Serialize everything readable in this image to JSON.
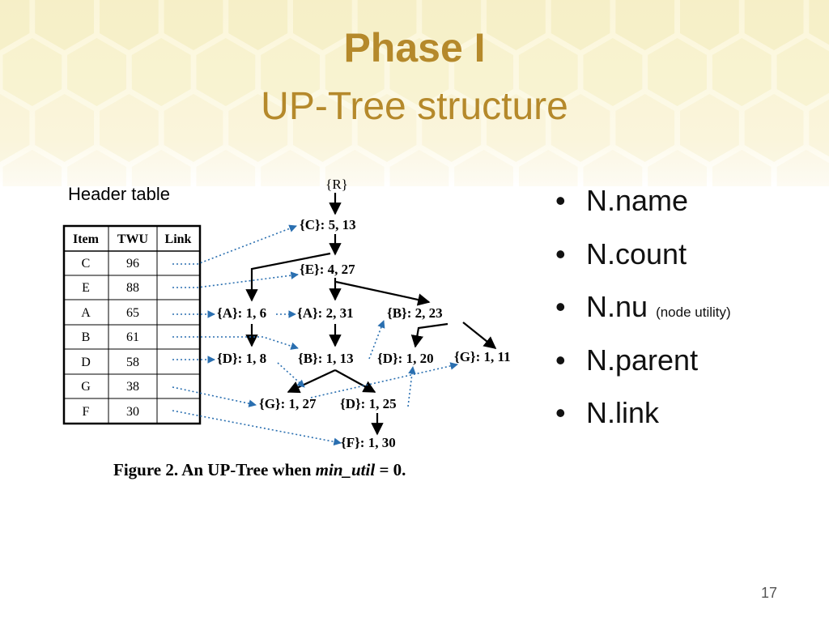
{
  "slide": {
    "title": "Phase I",
    "subtitle": "UP-Tree structure",
    "header_table_label": "Header table",
    "page_number": "17"
  },
  "header_table": {
    "columns": [
      "Item",
      "TWU",
      "Link"
    ],
    "rows": [
      {
        "item": "C",
        "twu": "96"
      },
      {
        "item": "E",
        "twu": "88"
      },
      {
        "item": "A",
        "twu": "65"
      },
      {
        "item": "B",
        "twu": "61"
      },
      {
        "item": "D",
        "twu": "58"
      },
      {
        "item": "G",
        "twu": "38"
      },
      {
        "item": "F",
        "twu": "30"
      }
    ]
  },
  "tree": {
    "root": "{R}",
    "nodes": {
      "C": "{C}: 5, 13",
      "E": "{E}: 4, 27",
      "A1": "{A}: 1, 6",
      "A2": "{A}: 2, 31",
      "B1": "{B}: 2, 23",
      "D1": "{D}: 1, 8",
      "B2": "{B}: 1, 13",
      "D2": "{D}: 1, 20",
      "G1": "{G}: 1, 11",
      "G2": "{G}: 1, 27",
      "D3": "{D}: 1, 25",
      "F": "{F}: 1, 30"
    },
    "caption": {
      "prefix": "Figure 2. An UP-Tree when ",
      "italic": "min_util",
      "suffix": " = 0."
    }
  },
  "bullets": [
    {
      "text": "N.name",
      "note": ""
    },
    {
      "text": "N.count",
      "note": ""
    },
    {
      "text": "N.nu",
      "note": "(node utility)"
    },
    {
      "text": "N.parent",
      "note": ""
    },
    {
      "text": "N.link",
      "note": ""
    }
  ],
  "colors": {
    "title": "#b5892b",
    "link_arrows": "#2a6fb0",
    "background_hex": "#f3ecc0"
  },
  "bullet_symbol": "•"
}
